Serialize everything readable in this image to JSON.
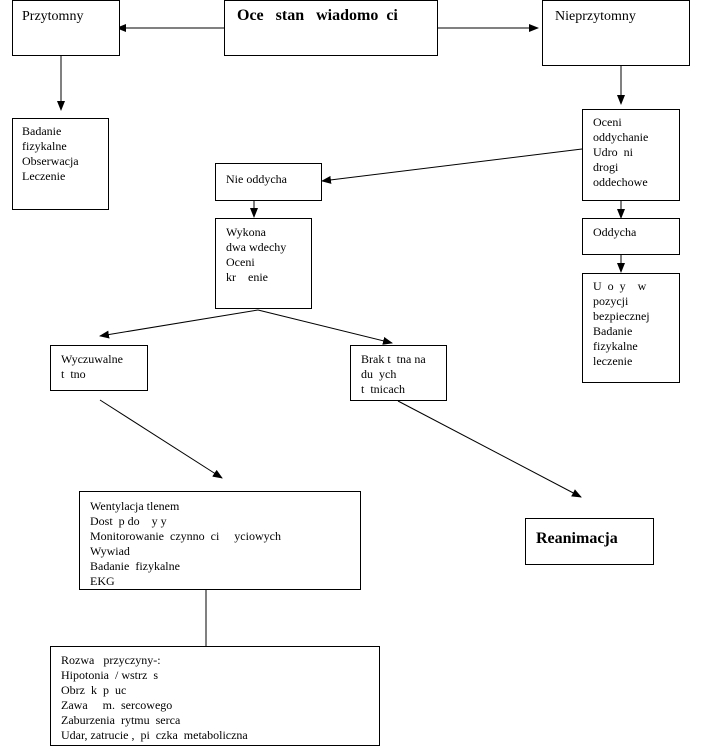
{
  "nodes": {
    "assess": {
      "text": "Oce   stan   wiadomo  ci"
    },
    "conscious": {
      "text": "Przytomny"
    },
    "unconscious": {
      "text": "Nieprzytomny"
    },
    "conscious_actions": {
      "lines": [
        "Badanie",
        "fizykalne",
        "Obserwacja",
        "Leczenie"
      ]
    },
    "assess_breathing": {
      "lines": [
        "Oceni",
        "oddychanie",
        "Udro  ni",
        "drogi",
        "oddechowe"
      ]
    },
    "not_breathing": {
      "text": "Nie oddycha"
    },
    "two_breaths": {
      "lines": [
        "Wykona",
        "dwa wdechy",
        "Oceni",
        "kr    enie"
      ]
    },
    "breathing": {
      "text": "Oddycha"
    },
    "recovery": {
      "lines": [
        "U  o  y    w",
        "pozycji",
        "bezpiecznej",
        "Badanie",
        "fizykalne",
        "leczenie"
      ]
    },
    "pulse_present": {
      "lines": [
        "Wyczuwalne",
        "t  tno"
      ]
    },
    "no_pulse": {
      "lines": [
        "Brak t  tna na",
        "du  ych",
        "t  tnicach"
      ]
    },
    "ventilation": {
      "lines": [
        "Wentylacja tlenem",
        "Dost  p do    y y",
        "Monitorowanie  czynno  ci     yciowych",
        "Wywiad",
        "Badanie  fizykalne",
        "EKG"
      ]
    },
    "reanimation": {
      "text": "Reanimacja"
    },
    "causes": {
      "lines": [
        "Rozwa   przyczyny-:",
        "Hipotonia  / wstrz  s",
        "Obrz  k  p  uc",
        "Zawa     m.  sercowego",
        "Zaburzenia  rytmu  serca",
        "Udar, zatrucie ,  pi  czka  metaboliczna"
      ]
    }
  }
}
